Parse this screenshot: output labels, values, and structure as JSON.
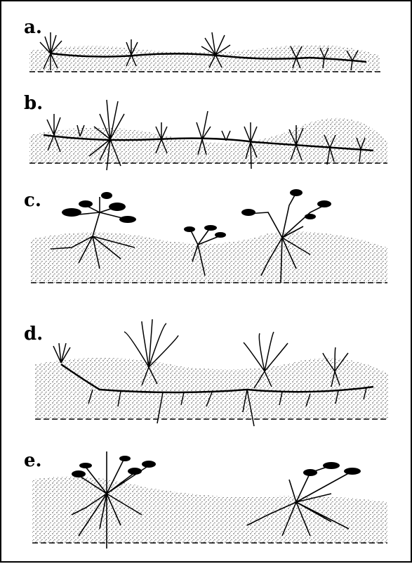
{
  "figure": {
    "panels": [
      {
        "id": "a",
        "label": "a."
      },
      {
        "id": "b",
        "label": "b."
      },
      {
        "id": "c",
        "label": "c."
      },
      {
        "id": "d",
        "label": "d."
      },
      {
        "id": "e",
        "label": "e."
      }
    ]
  },
  "colors": {
    "ink": "#000000",
    "soil_stipple": "#333333",
    "background": "#ffffff"
  }
}
